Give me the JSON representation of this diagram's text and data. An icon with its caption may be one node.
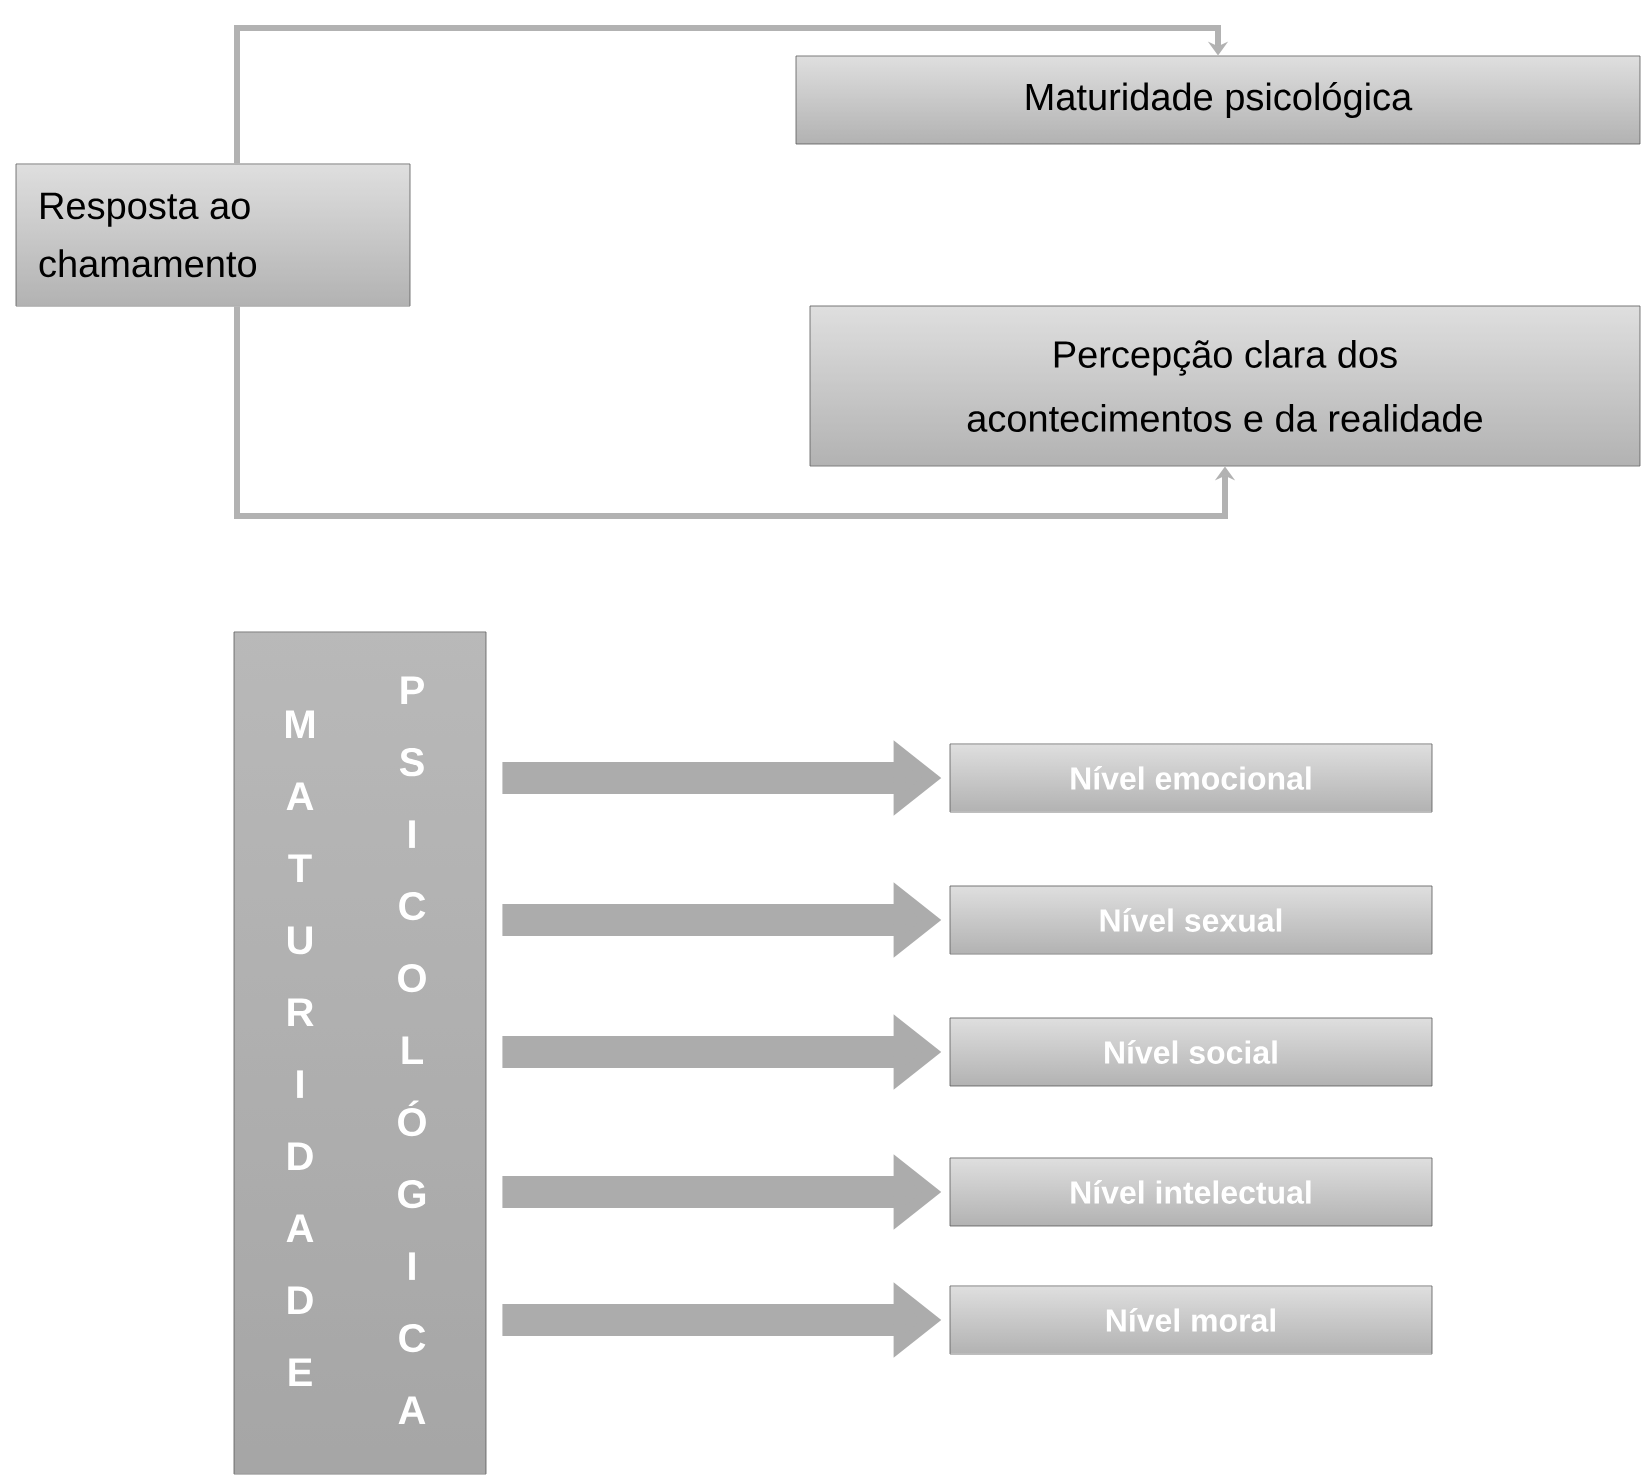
{
  "diagram": {
    "nodes": [
      {
        "text": [
          "Resposta ao chamamento"
        ]
      },
      {
        "text": [
          "Maturidade psicológica"
        ]
      },
      {
        "text": [
          "Percepção clara dos acontecimentos e da realidade"
        ]
      },
      {
        "text": [
          "MATURIDADE",
          "PSICOLÓGICA"
        ]
      },
      {
        "text": [
          "Nível emocional"
        ]
      },
      {
        "text": [
          "Nível sexual"
        ]
      },
      {
        "text": [
          "Nível social"
        ]
      },
      {
        "text": [
          "Nível intelectual"
        ]
      },
      {
        "text": [
          "Nível moral"
        ]
      }
    ],
    "edges": [
      {
        "from": 0,
        "to": 1,
        "arrow": "to"
      },
      {
        "from": 0,
        "to": 2,
        "arrow": "to"
      },
      {
        "from": 3,
        "to": 4,
        "arrow": "to"
      },
      {
        "from": 3,
        "to": 5,
        "arrow": "to"
      },
      {
        "from": 3,
        "to": 6,
        "arrow": "to"
      },
      {
        "from": 3,
        "to": 7,
        "arrow": "to"
      },
      {
        "from": 3,
        "to": 8,
        "arrow": "to"
      }
    ]
  }
}
